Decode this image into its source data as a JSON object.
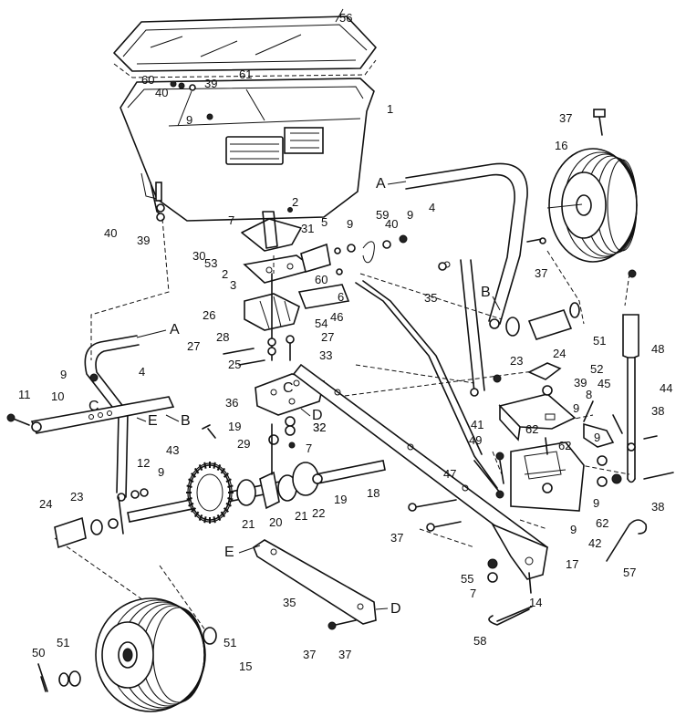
{
  "diagram": {
    "callouts": [
      "56",
      "60",
      "40",
      "39",
      "61",
      "1",
      "9",
      "37",
      "16",
      "40",
      "39",
      "2",
      "7",
      "31",
      "5",
      "9",
      "59",
      "40",
      "9",
      "30",
      "53",
      "2",
      "60",
      "3",
      "6",
      "46",
      "26",
      "54",
      "28",
      "27",
      "27",
      "25",
      "33",
      "36",
      "4",
      "9",
      "11",
      "10",
      "19",
      "43",
      "12",
      "9",
      "24",
      "23",
      "21",
      "20",
      "21",
      "22",
      "19",
      "18",
      "29",
      "32",
      "7",
      "35",
      "37",
      "4",
      "37",
      "35",
      "23",
      "51",
      "24",
      "48",
      "52",
      "39",
      "45",
      "44",
      "41",
      "8",
      "9",
      "38",
      "62",
      "49",
      "62",
      "47",
      "9",
      "9",
      "62",
      "38",
      "37",
      "42",
      "9",
      "17",
      "57",
      "55",
      "7",
      "14",
      "58",
      "50",
      "51",
      "51",
      "15",
      "37",
      "32"
    ],
    "letters": [
      "A",
      "A",
      "B",
      "B",
      "C",
      "C",
      "D",
      "D",
      "E",
      "E"
    ]
  }
}
